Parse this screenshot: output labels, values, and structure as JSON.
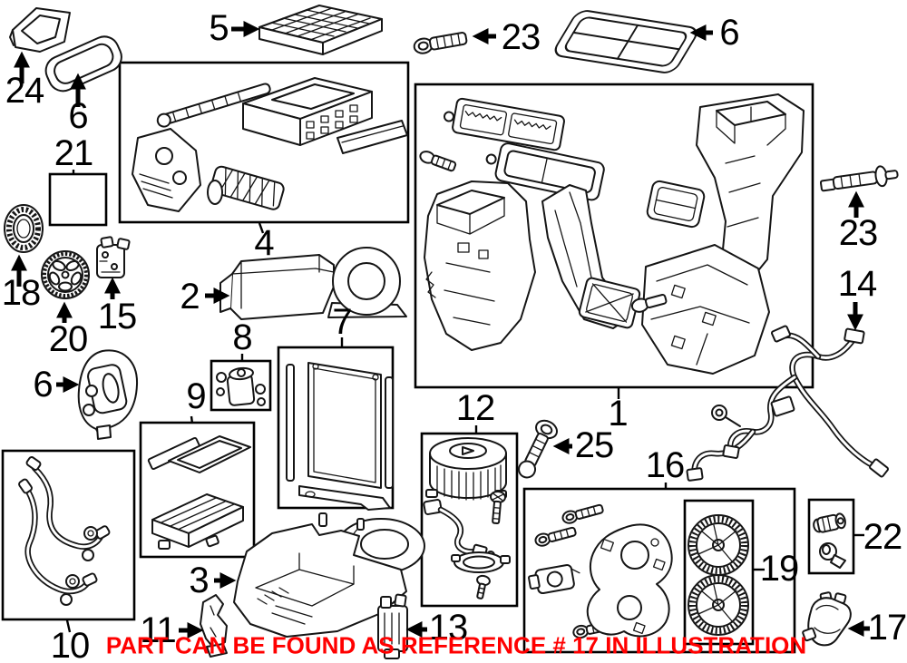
{
  "figure": {
    "kind": "automotive-parts-exploded-diagram",
    "subject": "HVAC evaporator and heater case components",
    "background_color": "#ffffff",
    "line_color": "#151515",
    "note_color": "#ff0000"
  },
  "callouts": [
    {
      "ref": "24"
    },
    {
      "ref": "6"
    },
    {
      "ref": "21"
    },
    {
      "ref": "5"
    },
    {
      "ref": "23"
    },
    {
      "ref": "6"
    },
    {
      "ref": "4"
    },
    {
      "ref": "18"
    },
    {
      "ref": "20"
    },
    {
      "ref": "15"
    },
    {
      "ref": "2"
    },
    {
      "ref": "8"
    },
    {
      "ref": "7"
    },
    {
      "ref": "9"
    },
    {
      "ref": "6"
    },
    {
      "ref": "10"
    },
    {
      "ref": "3"
    },
    {
      "ref": "11"
    },
    {
      "ref": "13"
    },
    {
      "ref": "12"
    },
    {
      "ref": "1"
    },
    {
      "ref": "25"
    },
    {
      "ref": "16"
    },
    {
      "ref": "19"
    },
    {
      "ref": "22"
    },
    {
      "ref": "23"
    },
    {
      "ref": "14"
    },
    {
      "ref": "17"
    }
  ],
  "footer": {
    "text": "PART CAN BE FOUND AS REFERENCE # 17 IN ILLUSTRATION"
  }
}
